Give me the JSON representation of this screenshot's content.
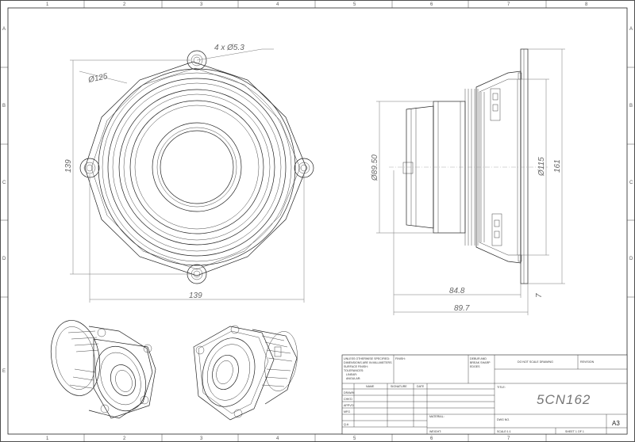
{
  "zones": {
    "columns": [
      "1",
      "2",
      "3",
      "4",
      "5",
      "6",
      "7",
      "8"
    ],
    "rows": [
      "A",
      "B",
      "C",
      "D",
      "E"
    ]
  },
  "front_view": {
    "hole_callout": "4 x Ø5.3",
    "cone_diameter": "Ø125",
    "height": "139",
    "width": "139"
  },
  "side_view": {
    "magnet_diameter": "Ø89.50",
    "frame_diameter": "Ø115",
    "overall_diameter": "161",
    "depth_mid": "84.8",
    "depth_total": "89.7",
    "flange": "7"
  },
  "title_block": {
    "notes": [
      "UNLESS OTHERWISE SPECIFIED:",
      "DIMENSIONS ARE IN MILLIMETERS",
      "SURFACE FINISH:",
      "TOLERANCES:",
      "LINEAR:",
      "ANGULAR:"
    ],
    "finish_label": "FINISH:",
    "deburr": [
      "DEBUR AND",
      "BREAK SHARP",
      "EDGES"
    ],
    "do_not_scale": "DO NOT SCALE DRAWING",
    "revision_label": "REVISION",
    "col_headers": [
      "NAME",
      "SIGNATURE",
      "DATE"
    ],
    "row_labels": [
      "DRAWN",
      "CHK'D",
      "APPV'D",
      "MFG",
      "Q.A"
    ],
    "title_label": "TITLE:",
    "part_number": "5CN162",
    "material_label": "MATERIAL:",
    "dwg_no_label": "DWG NO.",
    "sheet_size": "A3",
    "weight_label": "WEIGHT:",
    "scale_label": "SCALE:1:1",
    "sheet_label": "SHEET 1 OF 1"
  }
}
